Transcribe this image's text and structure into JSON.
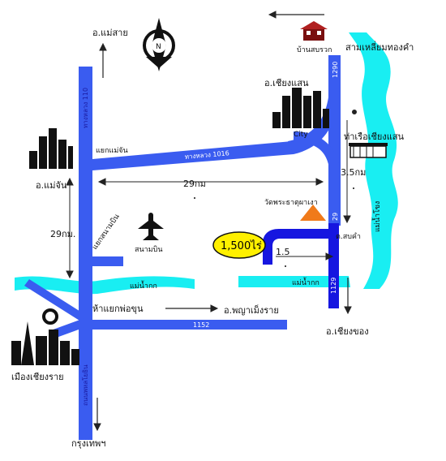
{
  "colors": {
    "road": "#3a5cf0",
    "road_dark": "#1616e0",
    "river": "#19eef2",
    "marker": "#f07a1a",
    "badge": "#fff000",
    "building": "#111111",
    "arrow": "#222222"
  },
  "labels": {
    "mae_sai": "อ.แม่สาย",
    "ban_sob_ruak": "บ้านสบรวก",
    "golden_triangle": "สามเหลี่ยมทองคำ",
    "chiang_saen": "อ.เชียงแสน",
    "city": "City",
    "port": "ท่าเรือเชียงแสน",
    "mekong": "แม่น้ำโขง",
    "mae_chan": "อ.แม่จัน",
    "mae_chan_junction": "แยกแม่จัน",
    "airport_junction": "แยกสนามบิน",
    "airport": "สนามบิน",
    "wat": "วัดพระธาตุผาเงา",
    "sob_kham": "ต.สบคำ",
    "kok_river_1": "แม่น้ำกก",
    "kok_river_2": "แม่น้ำกก",
    "pho_khun_junction": "ห้าแยกพ่อขุน",
    "phaya_mengrai": "อ.พญาเม็งราย",
    "chiang_khong": "อ.เชียงของ",
    "chiang_rai": "เมืองเชียงราย",
    "bangkok": "กรุงเทพฯ",
    "price": "1,500ไร่",
    "compass_n": "N"
  },
  "roads": {
    "r110": "ทางหลวง 110",
    "r1016": "ทางหลวง 1016",
    "r1290": "1290",
    "r1152": "1152",
    "r1129": "1129",
    "r129_fragment": "29",
    "chiang_rai_hwy": "ถนนพหลโยธิน"
  },
  "distances": {
    "d29_horizontal": "29กม",
    "d29_vertical": "29กม.",
    "d3_5": "3.5กม",
    "d1_5": "1.5"
  }
}
